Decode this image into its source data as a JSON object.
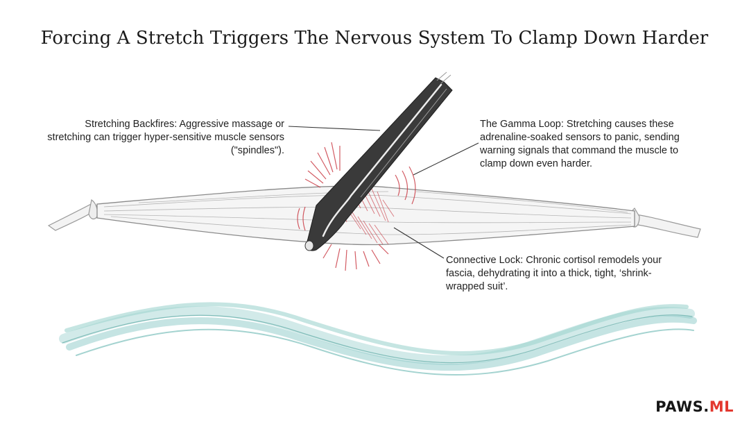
{
  "title": "Forcing A Stretch Triggers The Nervous System To Clamp Down Harder",
  "callouts": {
    "stretching_backfires": "Stretching Backfires: Aggressive massage or stretching can trigger hyper-sensitive muscle sensors (\"spindles\").",
    "gamma_loop": "The Gamma Loop: Stretching causes these adrenaline-soaked sensors to panic, sending warning signals that command the muscle to clamp down even harder.",
    "connective_lock": "Connective Lock: Chronic cortisol remodels your fascia, dehydrating it into a thick, tight, ‘shrink-wrapped suit’."
  },
  "brand": {
    "main": "PAWS.",
    "accent": "ML"
  },
  "colors": {
    "stress_red": "#c8323c",
    "fascia_teal": "#7fc3c0",
    "tool_dark": "#3a3a3a",
    "brand_accent": "#e3382f"
  }
}
